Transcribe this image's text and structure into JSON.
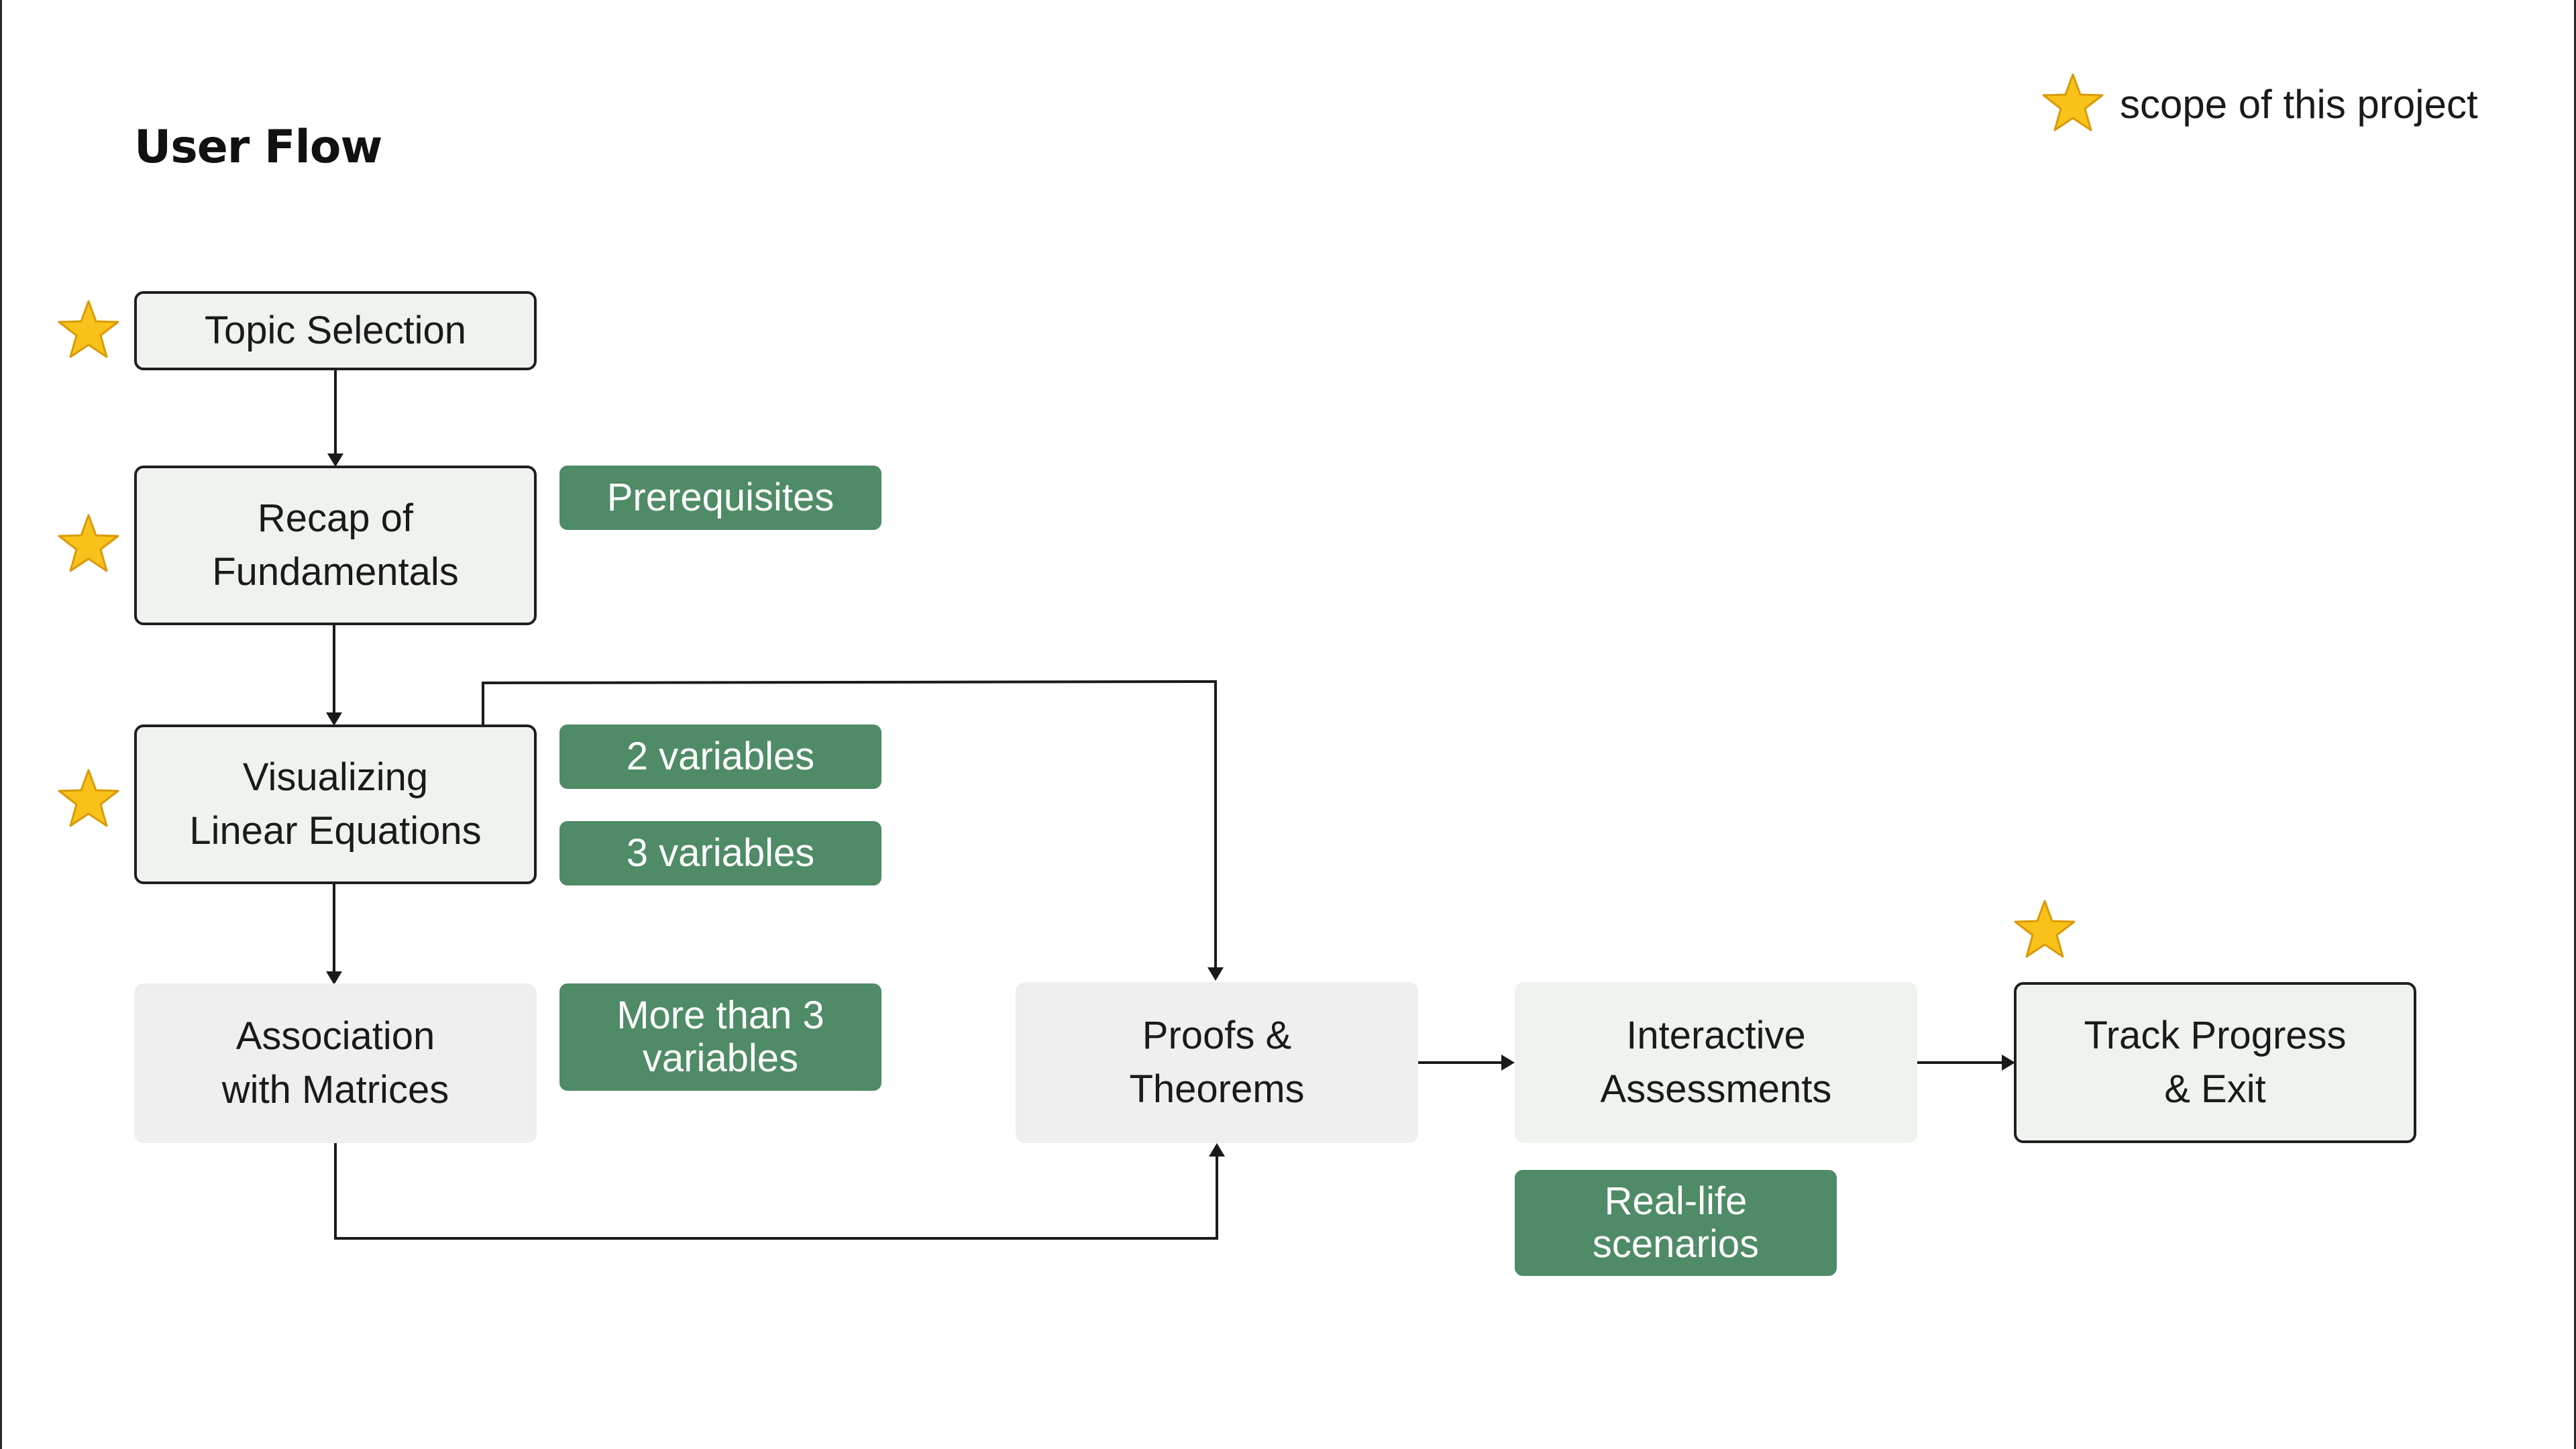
{
  "title": "User Flow",
  "legend": {
    "label": "scope of this project",
    "icon": "star-icon"
  },
  "nodes": {
    "topic_selection": "Topic Selection",
    "recap_fundamentals": "Recap of\nFundamentals",
    "visualizing_linear_equations": "Visualizing\nLinear Equations",
    "association_matrices": "Association\nwith Matrices",
    "proofs_theorems": "Proofs &\nTheorems",
    "interactive_assessments": "Interactive\nAssessments",
    "track_progress_exit": "Track Progress\n& Exit"
  },
  "tags": {
    "prerequisites": "Prerequisites",
    "two_variables": "2 variables",
    "three_variables": "3 variables",
    "more_than_three": "More than 3\nvariables",
    "real_life": "Real-life\nscenarios"
  },
  "in_scope": [
    "topic_selection",
    "recap_fundamentals",
    "visualizing_linear_equations",
    "track_progress_exit"
  ],
  "colors": {
    "tag_green": "#4f8b66",
    "outlined_node_fill": "#eff3ee",
    "grey_node_fill": "#efefef",
    "star_gold": "#f8c21a"
  }
}
